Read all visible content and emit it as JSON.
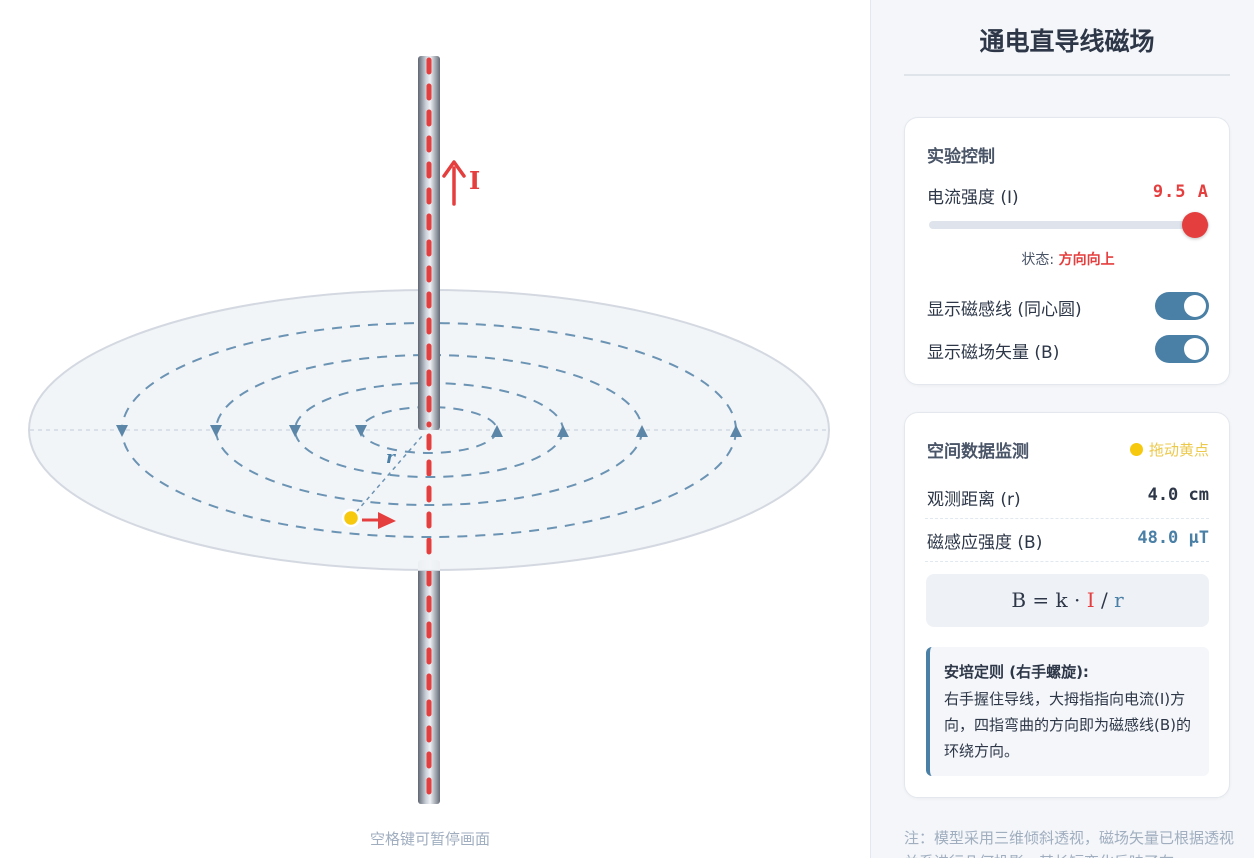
{
  "panel": {
    "title": "通电直导线磁场"
  },
  "controls": {
    "title": "实验控制",
    "current_label": "电流强度 (I)",
    "current_value": "9.5 A",
    "current_fraction": 0.95,
    "status_prefix": "状态: ",
    "status_value": "方向向上",
    "toggle_lines_label": "显示磁感线 (同心圆)",
    "toggle_lines_on": true,
    "toggle_vector_label": "显示磁场矢量 (B)",
    "toggle_vector_on": true
  },
  "monitor": {
    "title": "空间数据监测",
    "drag_hint": "拖动黄点",
    "distance_label": "观测距离 (r)",
    "distance_value": "4.0 cm",
    "field_label": "磁感应强度 (B)",
    "field_value": "48.0 μT",
    "formula": {
      "lhs": "B = k · ",
      "i": "I",
      "sep": " / ",
      "r": "r"
    },
    "rule_title": "安培定则 (右手螺旋):",
    "rule_body": "右手握住导线，大拇指指向电流(I)方向，四指弯曲的方向即为磁感线(B)的环绕方向。"
  },
  "canvas": {
    "hint": "空格键可暂停画面",
    "current_symbol": "I",
    "radius_symbol": "r"
  },
  "footnote": "注：模型采用三维倾斜透视，磁场矢量已根据透视关系进行几何投影，其长短变化反映了在",
  "colors": {
    "accent_red": "#e53e3e",
    "field_blue": "#4a7fa6",
    "probe_yellow": "#f6c90e"
  }
}
